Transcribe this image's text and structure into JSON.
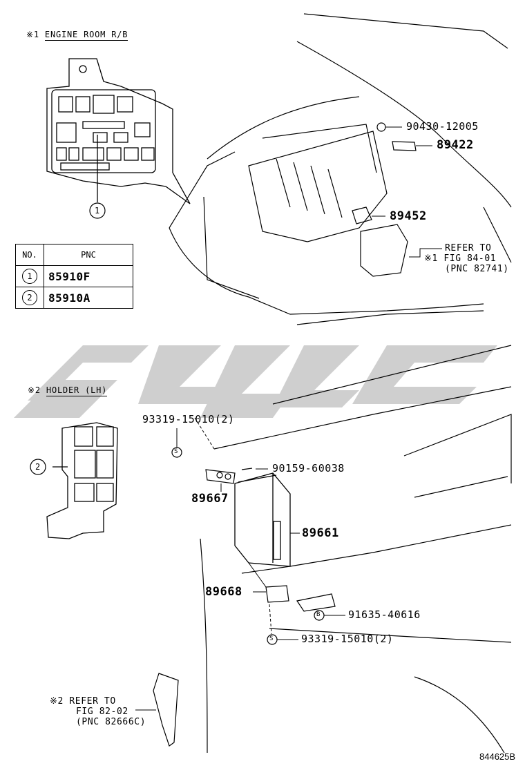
{
  "sections": {
    "engine_room": {
      "marker": "※1",
      "title": "ENGINE ROOM R/B"
    },
    "holder": {
      "marker": "※2",
      "title": "HOLDER (LH)"
    }
  },
  "pnc_table": {
    "headers": [
      "NO.",
      "PNC"
    ],
    "rows": [
      {
        "no": "1",
        "pnc": "85910F"
      },
      {
        "no": "2",
        "pnc": "85910A"
      }
    ]
  },
  "callouts": {
    "c1": "1",
    "c2": "2"
  },
  "parts": {
    "p90430": "90430-12005",
    "p89422": "89422",
    "p89452": "89452",
    "p93319_top": "93319-15010(2)",
    "p90159": "90159-60038",
    "p89667": "89667",
    "p89661": "89661",
    "p89668": "89668",
    "p91635": "91635-40616",
    "p93319_bot": "93319-15010(2)"
  },
  "refers": {
    "r1": {
      "marker": "※1",
      "line1": "REFER TO",
      "line2": "FIG 84-01",
      "line3": "(PNC 82741)"
    },
    "r2": {
      "marker": "※2",
      "line1": "REFER TO",
      "line2": "FIG 82-02",
      "line3": "(PNC 82666C)"
    }
  },
  "symbols": {
    "s": "S",
    "b": "B"
  },
  "figure_id": "844625B"
}
